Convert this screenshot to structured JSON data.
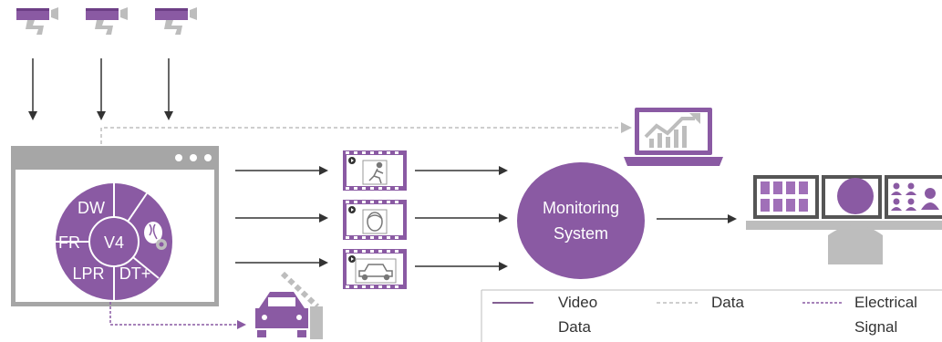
{
  "wheel": {
    "center": "V4",
    "segments": [
      "DW",
      "FR",
      "LPR",
      "DT+"
    ]
  },
  "monitoring": {
    "line1": "Monitoring",
    "line2": "System"
  },
  "legend": {
    "video_line1": "Video",
    "video_line2": "Data",
    "data": "Data",
    "electrical_line1": "Electrical",
    "electrical_line2": "Signal"
  },
  "icons": {
    "cameras": [
      "security-camera-icon",
      "security-camera-icon",
      "security-camera-icon"
    ],
    "analytics": "laptop-analytics-icon",
    "brain": "brain-gear-icon",
    "clips": [
      "running-person-clip-icon",
      "face-clip-icon",
      "car-clip-icon"
    ],
    "barrier": "car-barrier-icon",
    "operator": "operator-at-monitors-icon"
  },
  "colors": {
    "purple": "#8a5aa3",
    "dark_purple": "#5a2a6e",
    "gray": "#a6a6a6",
    "dark": "#333333"
  }
}
